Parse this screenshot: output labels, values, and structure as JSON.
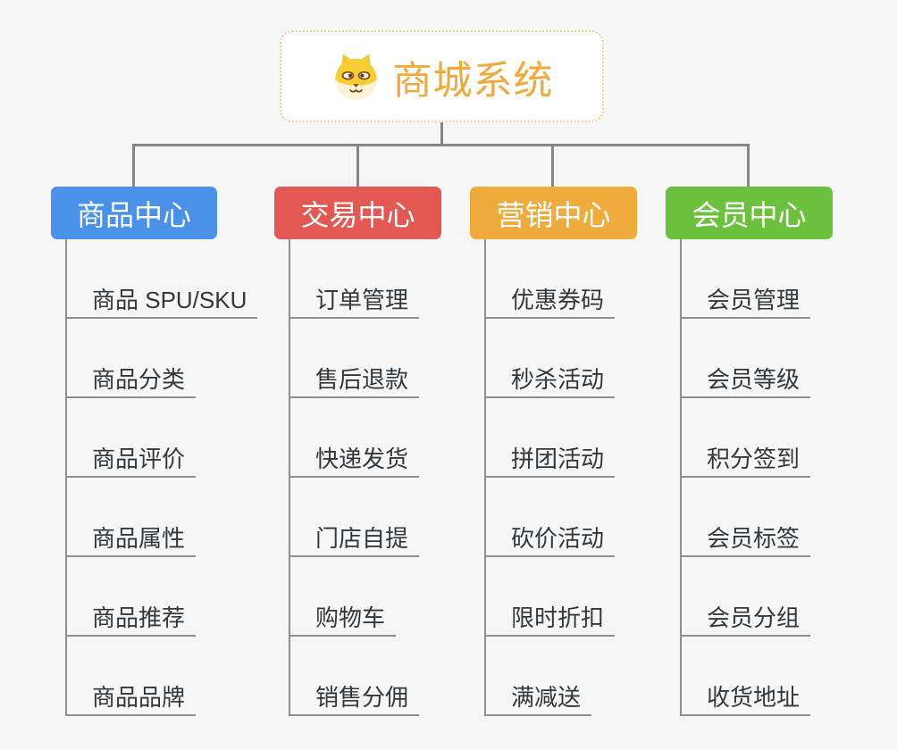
{
  "root": {
    "title": "商城系统",
    "icon": "shiba-dog-icon"
  },
  "branches": [
    {
      "label": "商品中心",
      "color": "#4A91E9",
      "children": [
        "商品 SPU/SKU",
        "商品分类",
        "商品评价",
        "商品属性",
        "商品推荐",
        "商品品牌"
      ]
    },
    {
      "label": "交易中心",
      "color": "#E45853",
      "children": [
        "订单管理",
        "售后退款",
        "快递发货",
        "门店自提",
        "购物车",
        "销售分佣"
      ]
    },
    {
      "label": "营销中心",
      "color": "#EFAC3D",
      "children": [
        "优惠券码",
        "秒杀活动",
        "拼团活动",
        "砍价活动",
        "限时折扣",
        "满减送"
      ]
    },
    {
      "label": "会员中心",
      "color": "#6CC13F",
      "children": [
        "会员管理",
        "会员等级",
        "积分签到",
        "会员标签",
        "会员分组",
        "收货地址"
      ]
    }
  ],
  "colors": {
    "background": "#F5F6F5",
    "connector": "#868686",
    "leaf_underline": "#8F8F8F",
    "leaf_text": "#33383D",
    "root_text": "#F0A93B",
    "root_border": "#F2CD96",
    "root_background": "#FFFFFF"
  }
}
